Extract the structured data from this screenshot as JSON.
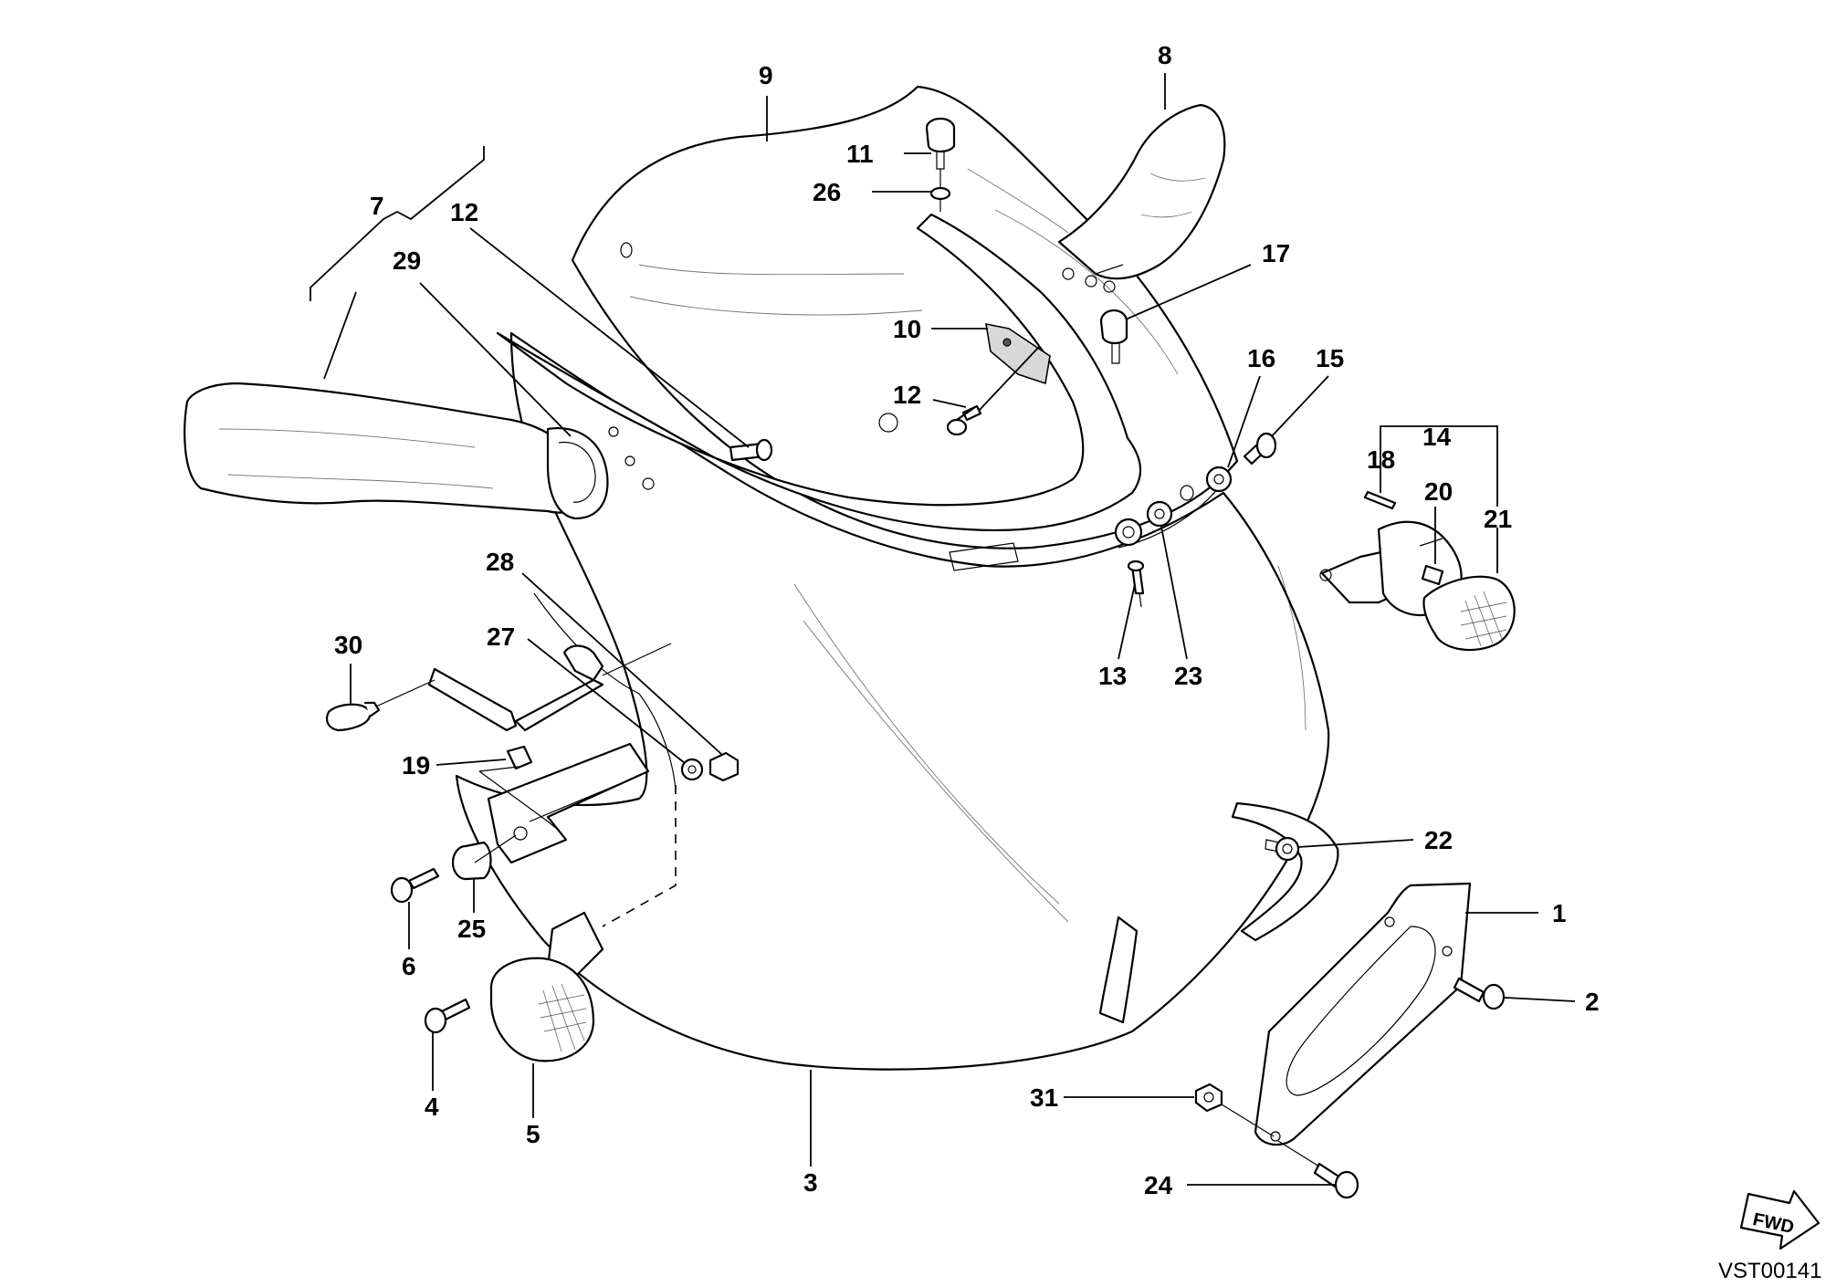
{
  "callouts": {
    "c1": "1",
    "c2": "2",
    "c3": "3",
    "c4": "4",
    "c5": "5",
    "c6": "6",
    "c7": "7",
    "c8": "8",
    "c9": "9",
    "c10": "10",
    "c11": "11",
    "c12a": "12",
    "c12b": "12",
    "c13": "13",
    "c14": "14",
    "c15": "15",
    "c16": "16",
    "c17": "17",
    "c18": "18",
    "c19": "19",
    "c20": "20",
    "c21": "21",
    "c22": "22",
    "c23": "23",
    "c24": "24",
    "c25": "25",
    "c26": "26",
    "c27": "27",
    "c28": "28",
    "c29": "29",
    "c30": "30",
    "c31": "31"
  },
  "fwd_label": "FWD",
  "diagram_code": "VST00141"
}
